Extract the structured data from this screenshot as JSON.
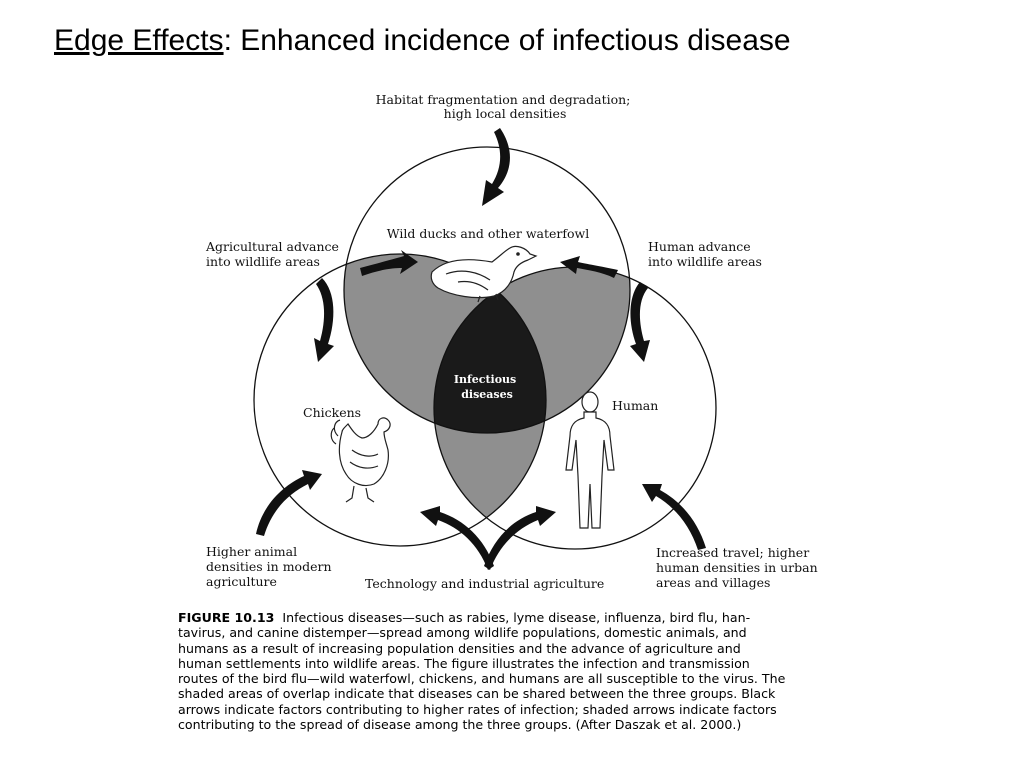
{
  "slide": {
    "title_underlined": "Edge Effects",
    "title_rest": ": Enhanced  incidence of infectious disease"
  },
  "diagram": {
    "top_factor": [
      "Habitat fragmentation and degradation;",
      "high local densities"
    ],
    "circle_top": "Wild ducks and other waterfowl",
    "circle_left": "Chickens",
    "circle_right": "Human",
    "center": [
      "Infectious",
      "diseases"
    ],
    "left_factor": [
      "Agricultural advance",
      "into wildlife areas"
    ],
    "right_factor": [
      "Human advance",
      "into wildlife areas"
    ],
    "bottom_left_factor": [
      "Higher animal",
      "densities in modern",
      "agriculture"
    ],
    "bottom_factor": "Technology and industrial agriculture",
    "bottom_right_factor": [
      "Increased travel; higher",
      "human densities in urban",
      "areas and villages"
    ]
  },
  "caption": {
    "label": "FIGURE 10.13",
    "lines": [
      "Infectious diseases—such as rabies, lyme disease, influenza, bird flu, han-",
      "tavirus, and canine distemper—spread among wildlife populations, domestic animals, and",
      "humans as a result of increasing population densities and the advance of agriculture and",
      "human settlements into wildlife areas. The figure illustrates the infection and transmission",
      "routes of the bird flu—wild waterfowl, chickens, and humans are all susceptible to the virus. The",
      "shaded areas of overlap indicate that diseases can be shared between the three groups. Black",
      "arrows indicate factors contributing to higher rates of infection; shaded arrows indicate factors",
      "contributing to the spread of disease among the three groups. (After Daszak et al. 2000.)"
    ]
  },
  "colors": {
    "overlap": "#8f8f8f",
    "center": "#1a1a1a",
    "arrow": "#111111"
  }
}
